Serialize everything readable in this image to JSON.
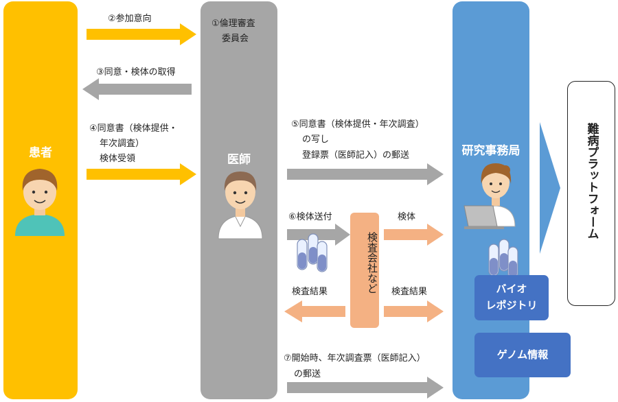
{
  "columns": {
    "patient": "患者",
    "doctor": "医師",
    "office": "研究事務局"
  },
  "committee": [
    "①倫理審査",
    "委員会"
  ],
  "steps": {
    "s2": "②参加意向",
    "s3": "③同意・検体の取得",
    "s4": [
      "④同意書（検体提供・",
      "年次調査）",
      "検体受領"
    ],
    "s5": [
      "⑤同意書（検体提供・年次調査）",
      "の写し",
      "登録票（医師記入）の郵送"
    ],
    "s6": "⑥検体送付",
    "s7": [
      "⑦開始時、年次調査票（医師記入）",
      "の郵送"
    ]
  },
  "lab": {
    "name": "検査会社など",
    "to_office_top": "検体",
    "to_office_bottom": "検査結果",
    "to_doctor": "検査結果"
  },
  "boxes": {
    "biorepository": [
      "バイオ",
      "レポジトリ"
    ],
    "genome": "ゲノム情報",
    "platform": "難病プラットフォーム"
  },
  "colors": {
    "patient": "#ffc000",
    "doctor": "#a6a6a6",
    "office": "#5b9bd5",
    "lab": "#f4b183",
    "box": "#4472c4"
  }
}
